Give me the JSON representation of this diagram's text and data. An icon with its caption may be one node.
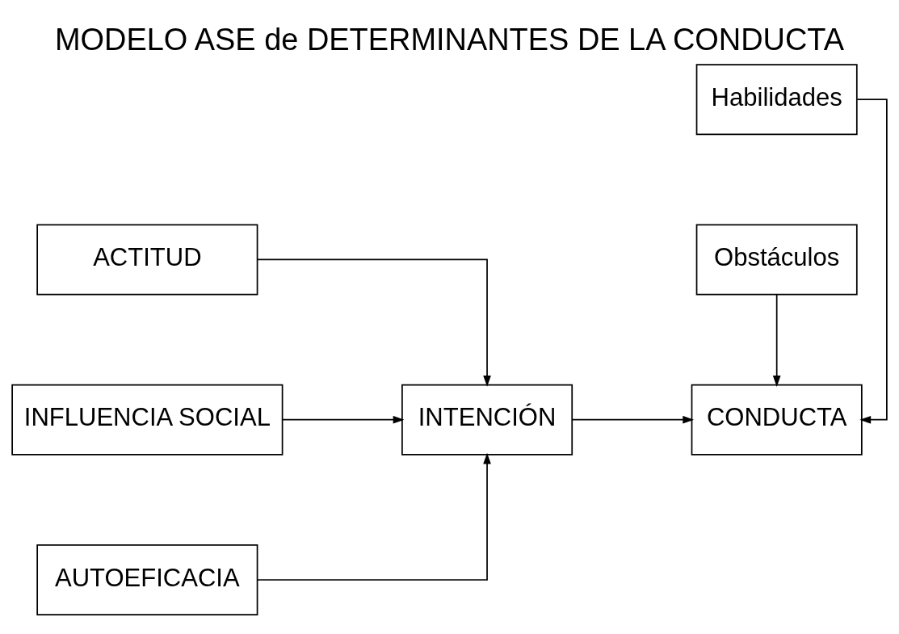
{
  "diagram": {
    "title": "MODELO ASE de DETERMINANTES DE LA CONDUCTA",
    "nodes": [
      {
        "text": [
          "ACTITUD"
        ]
      },
      {
        "text": [
          "INFLUENCIA SOCIAL"
        ]
      },
      {
        "text": [
          "AUTOEFICACIA"
        ]
      },
      {
        "text": [
          "INTENCIÓN"
        ]
      },
      {
        "text": [
          "Habilidades"
        ]
      },
      {
        "text": [
          "CONDUCTA"
        ]
      },
      {
        "text": [
          "Obstáculos"
        ]
      }
    ],
    "edges": [
      {
        "from": 0,
        "to": 3,
        "arrow": "to"
      },
      {
        "from": 1,
        "to": 3,
        "arrow": "to"
      },
      {
        "from": 2,
        "to": 3,
        "arrow": "to"
      },
      {
        "from": 3,
        "to": 5,
        "arrow": "to"
      },
      {
        "from": 4,
        "to": 5,
        "arrow": "to"
      },
      {
        "from": 6,
        "to": 5,
        "arrow": "to"
      }
    ]
  }
}
